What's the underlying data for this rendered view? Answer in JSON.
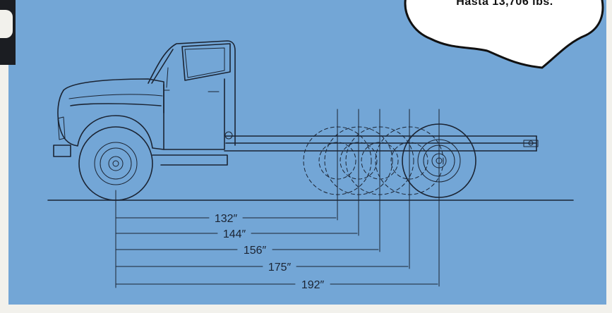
{
  "badge": {
    "icon": "corner-emblem-icon"
  },
  "caption": {
    "text": "Hasta 13,706 lbs."
  },
  "dimensions": [
    {
      "label": "132″"
    },
    {
      "label": "144″"
    },
    {
      "label": "156″"
    },
    {
      "label": "175″"
    },
    {
      "label": "192″"
    }
  ],
  "colors": {
    "background": "#73a6d6",
    "ink": "#1b2433",
    "callout": "#ffffff"
  }
}
